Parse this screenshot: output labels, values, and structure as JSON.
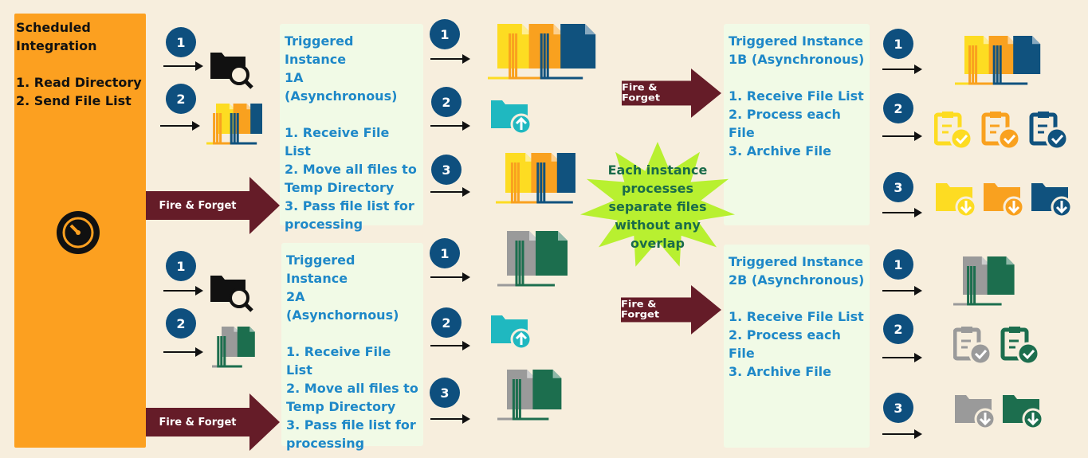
{
  "scheduled": {
    "text": "Scheduled\nIntegration\n\n1. Read Directory\n2. Send File List",
    "icon": "timer-icon"
  },
  "fire_forget": "Fire & Forget",
  "instances": {
    "i1a": "Triggered Instance\n1A (Asynchronous)\n\n1. Receive File List\n2. Move all files to\nTemp Directory\n3. Pass file list for\nprocessing",
    "i2a": "Triggered Instance\n2A (Asynchornous)\n\n1. Receive File List\n2. Move all files to\nTemp Directory\n3. Pass file list for\nprocessing",
    "i1b": "Triggered Instance\n1B (Asynchronous)\n\n1. Receive File List\n2. Process each File\n3. Archive File",
    "i2b": "Triggered Instance\n2B (Asynchronous)\n\n1. Receive File List\n2. Process each File\n3. Archive File"
  },
  "star_text": "Each instance\nprocesses\nseparate files\nwithout any\noverlap",
  "steps": [
    "1",
    "2",
    "3"
  ],
  "colors": {
    "yellow": "#fddc22",
    "orange": "#f9a11f",
    "navy": "#10527e",
    "gray": "#9a9a9a",
    "green": "#1c6e4e",
    "teal": "#1fb8c0"
  }
}
